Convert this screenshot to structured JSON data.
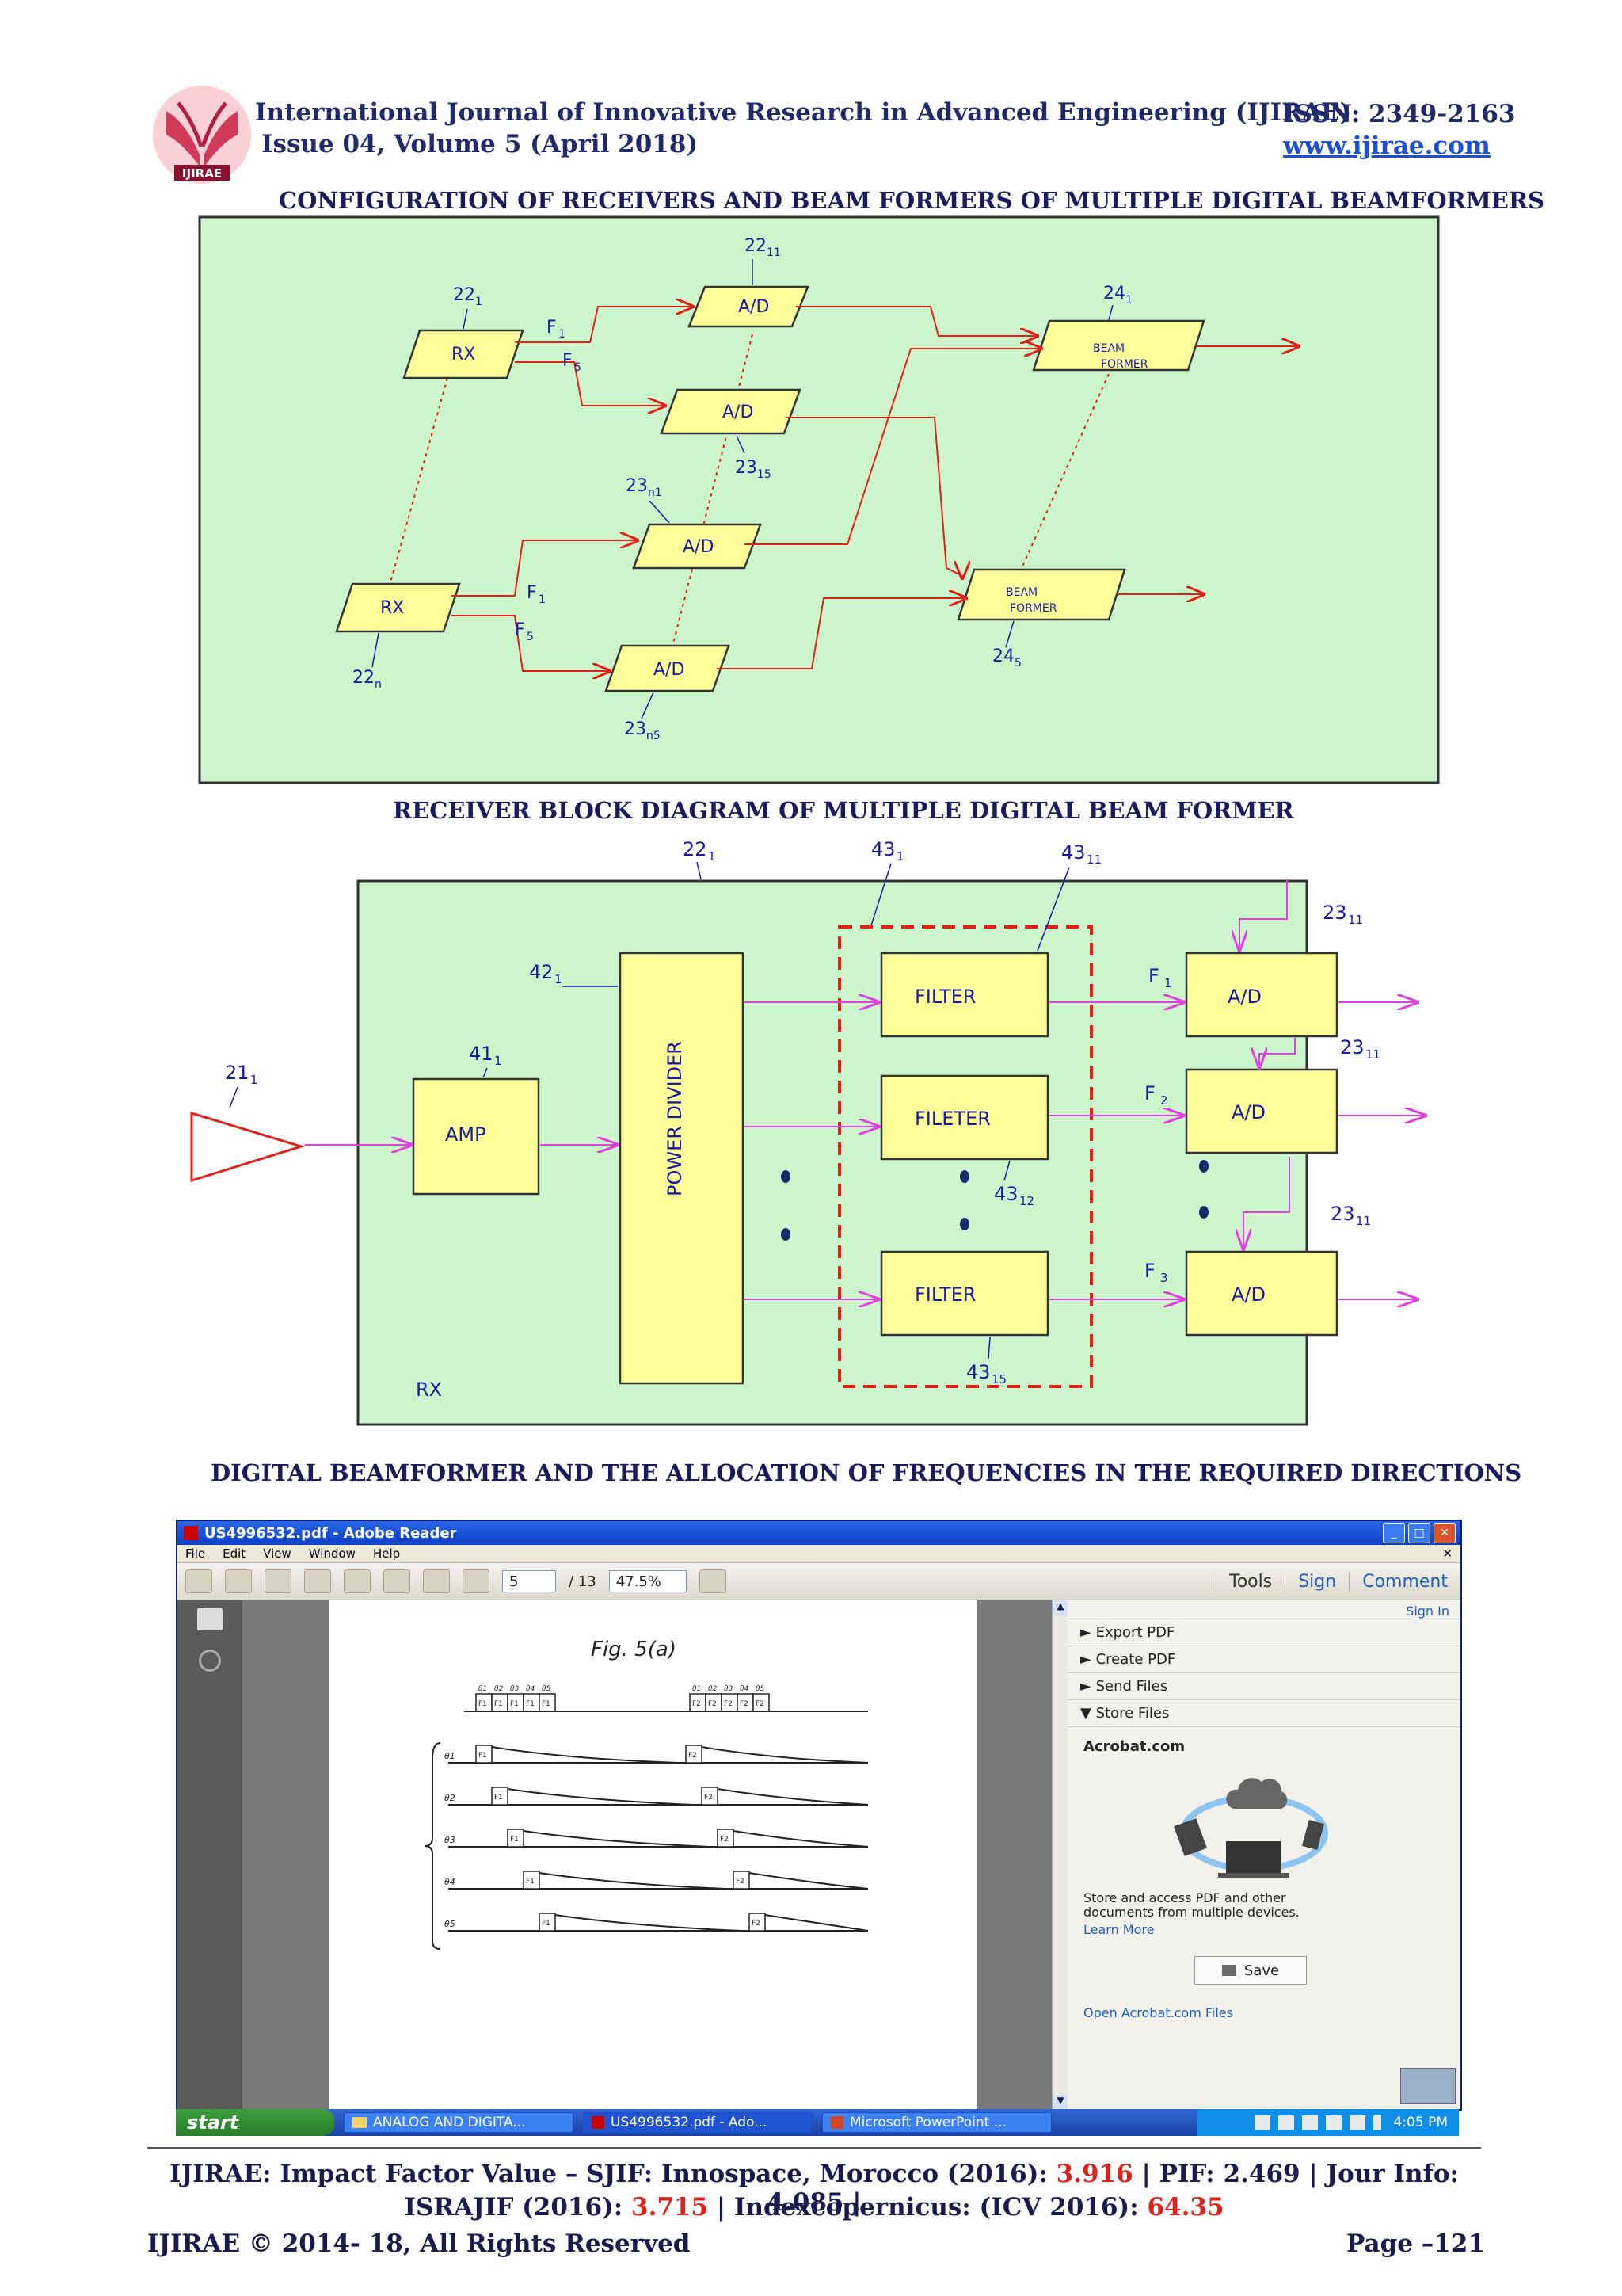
{
  "header": {
    "logo_text": "IJIRAE",
    "journal": "International Journal of Innovative Research in Advanced Engineering (IJIRAE)",
    "issn": "ISSN: 2349-2163",
    "issue": "Issue 04, Volume 5 (April 2018)",
    "website": "www.ijirae.com"
  },
  "figure1": {
    "caption": "CONFIGURATION OF RECEIVERS AND BEAM FORMERS OF MULTIPLE DIGITAL BEAMFORMERS",
    "rx_label": "RX",
    "ad_label": "A/D",
    "beam_former_line1": "BEAM",
    "beam_former_line2": "FORMER",
    "f1": "F",
    "f1_sub": "1",
    "f5": "F",
    "f5_sub": "5",
    "ref_22_1": "22",
    "ref_22_1_sub": "1",
    "ref_22_n": "22",
    "ref_22_n_sub": "n",
    "ref_22_11": "22",
    "ref_22_11_sub": "11",
    "ref_23_15": "23",
    "ref_23_15_sub": "15",
    "ref_23_n1": "23",
    "ref_23_n1_sub": "n1",
    "ref_23_n5": "23",
    "ref_23_n5_sub": "n5",
    "ref_24_1": "24",
    "ref_24_1_sub": "1",
    "ref_24_5": "24",
    "ref_24_5_sub": "5"
  },
  "figure2": {
    "caption": "RECEIVER   BLOCK DIAGRAM OF MULTIPLE DIGITAL BEAM FORMER",
    "amp": "AMP",
    "power_divider": "POWER DIVIDER",
    "filter1": "FILTER",
    "filter2": "FILETER",
    "filter3": "FILTER",
    "ad": "A/D",
    "rx": "RX",
    "f": "F",
    "f_sub1": "1",
    "f_sub2": "2",
    "f_sub3": "3",
    "ref_21": "21",
    "ref_21_sub": "1",
    "ref_41": "41",
    "ref_41_sub": "1",
    "ref_42": "42",
    "ref_42_sub": "1",
    "ref_22": "22",
    "ref_22_sub": "1",
    "ref_43_1": "43",
    "ref_43_1_sub": "1",
    "ref_43_11": "43",
    "ref_43_11_sub": "11",
    "ref_43_12": "43",
    "ref_43_12_sub": "12",
    "ref_43_15": "43",
    "ref_43_15_sub": "15",
    "ref_23": "23",
    "ref_23_sub": "11"
  },
  "figure3": {
    "caption": "DIGITAL BEAMFORMER AND THE ALLOCATION OF FREQUENCIES IN THE REQUIRED DIRECTIONS",
    "window_title": "US4996532.pdf - Adobe Reader",
    "menu": [
      "File",
      "Edit",
      "View",
      "Window",
      "Help"
    ],
    "page_current": "5",
    "page_total": "/ 13",
    "zoom": "47.5%",
    "tools": "Tools",
    "sign": "Sign",
    "comment": "Comment",
    "sign_in": "Sign In",
    "panel_items": [
      "Export PDF",
      "Create PDF",
      "Send Files",
      "Store Files"
    ],
    "acrobat_title": "Acrobat.com",
    "acrobat_desc1": "Store and access PDF and other",
    "acrobat_desc2": "documents from multiple devices.",
    "learn_more": "Learn More",
    "save": "Save",
    "open_files": "Open Acrobat.com Files",
    "fig_title": "Fig. 5(a)",
    "theta_labels": [
      "θ1",
      "θ2",
      "θ3",
      "θ4",
      "θ5"
    ],
    "top_labels": [
      "F1",
      "F1",
      "F1",
      "F1",
      "F1",
      "F2",
      "F2",
      "F2",
      "F2",
      "F2"
    ],
    "row_labels": [
      "F1",
      "F2"
    ],
    "taskbar_start": "start",
    "taskbar_items": [
      "ANALOG AND DIGITA...",
      "US4996532.pdf - Ado...",
      "Microsoft PowerPoint ..."
    ],
    "clock": "4:05 PM",
    "colors": {
      "diagram_bg": "#ccf5cc",
      "block": "#ffff99",
      "arrow": "#e0211a",
      "magenta": "#e040e0"
    }
  },
  "footer": {
    "line1_a": "IJIRAE: Impact Factor Value – SJIF: Innospace, Morocco (2016): ",
    "sjif": "3.916",
    "line1_b": " | PIF: 2.469 | Jour Info: 4.085 |",
    "line2_a": "ISRAJIF (2016): ",
    "israjif": "3.715",
    "line2_b": " | Indexcopernicus: (ICV 2016): ",
    "icv": "64.35",
    "copyright": "IJIRAE © 2014- 18, All Rights Reserved",
    "page": "Page –121"
  }
}
